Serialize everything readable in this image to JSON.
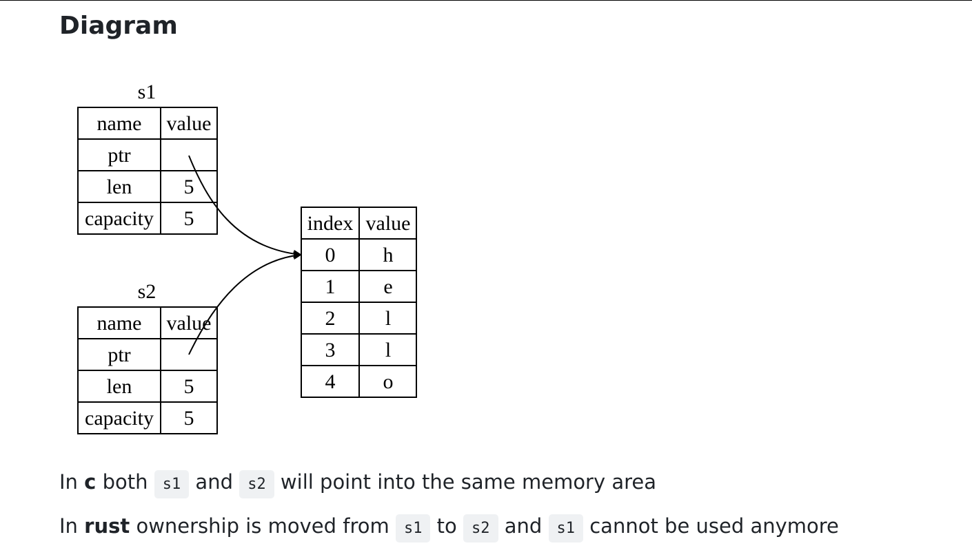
{
  "heading": "Diagram",
  "s1": {
    "title": "s1",
    "header": [
      "name",
      "value"
    ],
    "rows": [
      [
        "ptr",
        ""
      ],
      [
        "len",
        "5"
      ],
      [
        "capacity",
        "5"
      ]
    ]
  },
  "s2": {
    "title": "s2",
    "header": [
      "name",
      "value"
    ],
    "rows": [
      [
        "ptr",
        ""
      ],
      [
        "len",
        "5"
      ],
      [
        "capacity",
        "5"
      ]
    ]
  },
  "heap": {
    "header": [
      "index",
      "value"
    ],
    "rows": [
      [
        "0",
        "h"
      ],
      [
        "1",
        "e"
      ],
      [
        "2",
        "l"
      ],
      [
        "3",
        "l"
      ],
      [
        "4",
        "o"
      ]
    ]
  },
  "para1": {
    "prefix": "In ",
    "lang": "c",
    "t1": " both ",
    "c1": "s1",
    "t2": " and ",
    "c2": "s2",
    "t3": " will point into the same memory area"
  },
  "para2": {
    "prefix": "In ",
    "lang": "rust",
    "t1": " ownership is moved from ",
    "c1": "s1",
    "t2": " to ",
    "c2": "s2",
    "t3": " and ",
    "c3": "s1",
    "t4": " cannot be used anymore"
  }
}
